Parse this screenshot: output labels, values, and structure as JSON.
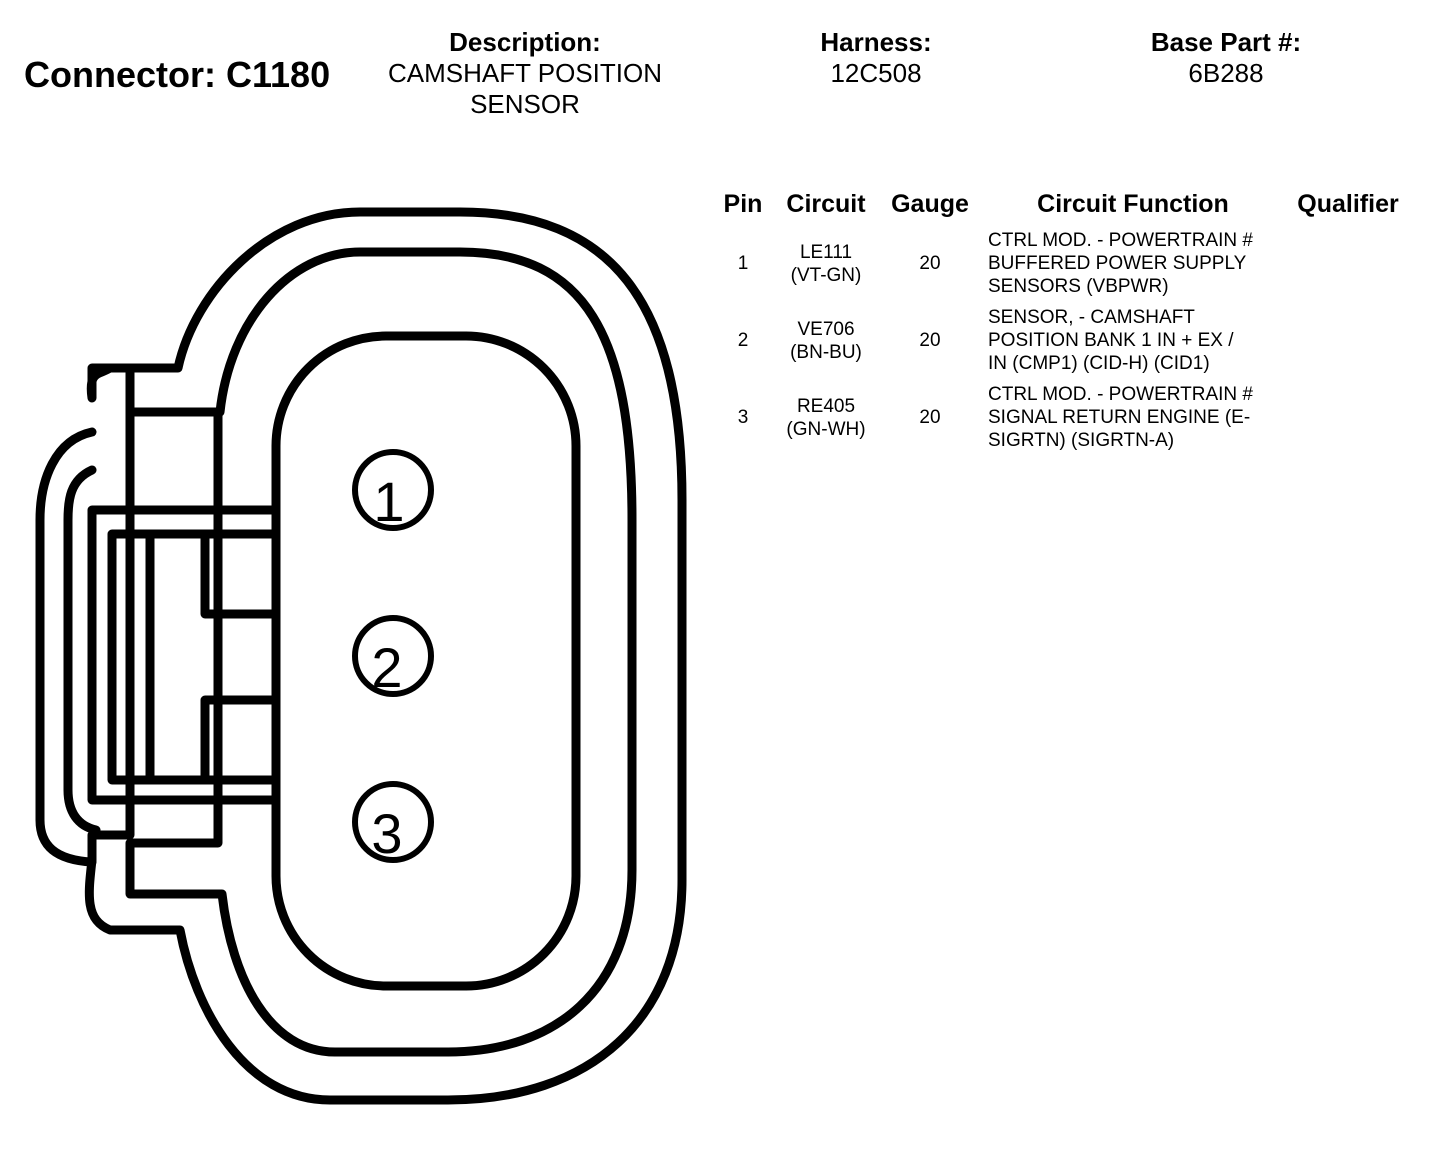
{
  "header": {
    "connector_title": "Connector: C1180",
    "description_label": "Description:",
    "description_line1": "CAMSHAFT POSITION",
    "description_line2": "SENSOR",
    "harness_label": "Harness:",
    "harness_value": "12C508",
    "base_part_label": "Base Part #:",
    "base_part_value": "6B288"
  },
  "table": {
    "headers": {
      "pin": "Pin",
      "circuit": "Circuit",
      "gauge": "Gauge",
      "circuit_function": "Circuit Function",
      "qualifier": "Qualifier"
    },
    "rows": [
      {
        "pin": "1",
        "circuit": "LE111",
        "color": "(VT-GN)",
        "gauge": "20",
        "function": [
          "CTRL MOD. - POWERTRAIN #",
          "BUFFERED POWER SUPPLY",
          "SENSORS (VBPWR)"
        ],
        "qualifier": ""
      },
      {
        "pin": "2",
        "circuit": "VE706",
        "color": "(BN-BU)",
        "gauge": "20",
        "function": [
          "SENSOR, - CAMSHAFT",
          "POSITION BANK 1 IN + EX /",
          "IN (CMP1) (CID-H) (CID1)"
        ],
        "qualifier": ""
      },
      {
        "pin": "3",
        "circuit": "RE405",
        "color": "(GN-WH)",
        "gauge": "20",
        "function": [
          "CTRL MOD. - POWERTRAIN #",
          "SIGNAL RETURN ENGINE (E-",
          "SIGRTN) (SIGRTN-A)"
        ],
        "qualifier": ""
      }
    ]
  },
  "diagram": {
    "pin_labels": [
      "1",
      "2",
      "3"
    ],
    "line_color": "#000000",
    "background": "#ffffff"
  }
}
